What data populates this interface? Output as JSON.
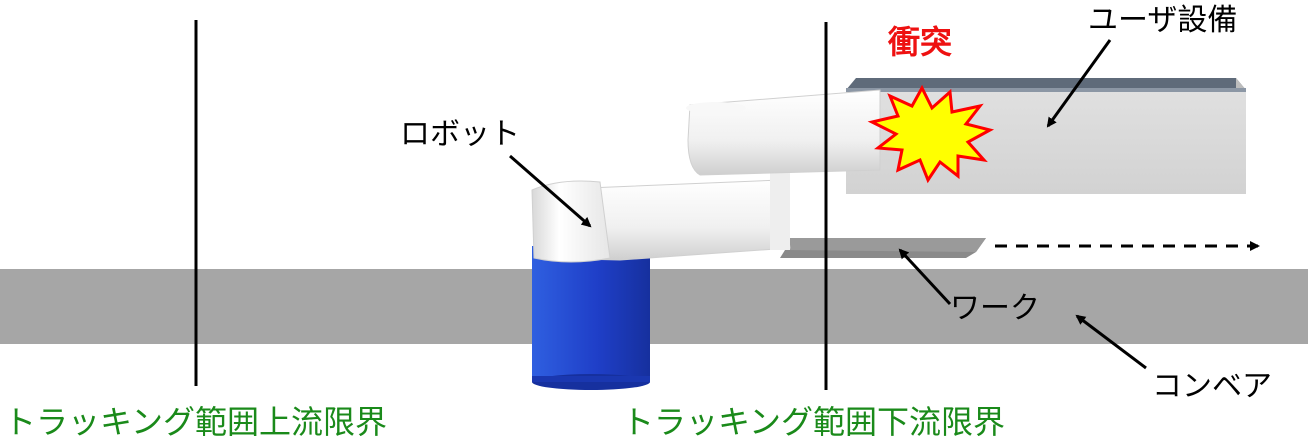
{
  "labels": {
    "user_equipment": "ユーザ設備",
    "collision": "衝突",
    "robot": "ロボット",
    "workpiece": "ワーク",
    "conveyor": "コンベア",
    "upstream_limit": "トラッキング範囲上流限界",
    "downstream_limit": "トラッキング範囲下流限界"
  },
  "colors": {
    "conveyor": "#a6a6a6",
    "robot_base": "#2244cc",
    "robot_arm": "#f2f2f2",
    "equipment": "#d9d9d9",
    "equipment_top": "#5f6b7a",
    "collision_burst": "#ffff00",
    "collision_outline": "#ff0000",
    "limit_text": "#1a8a1a",
    "collision_text": "#ee1111"
  }
}
